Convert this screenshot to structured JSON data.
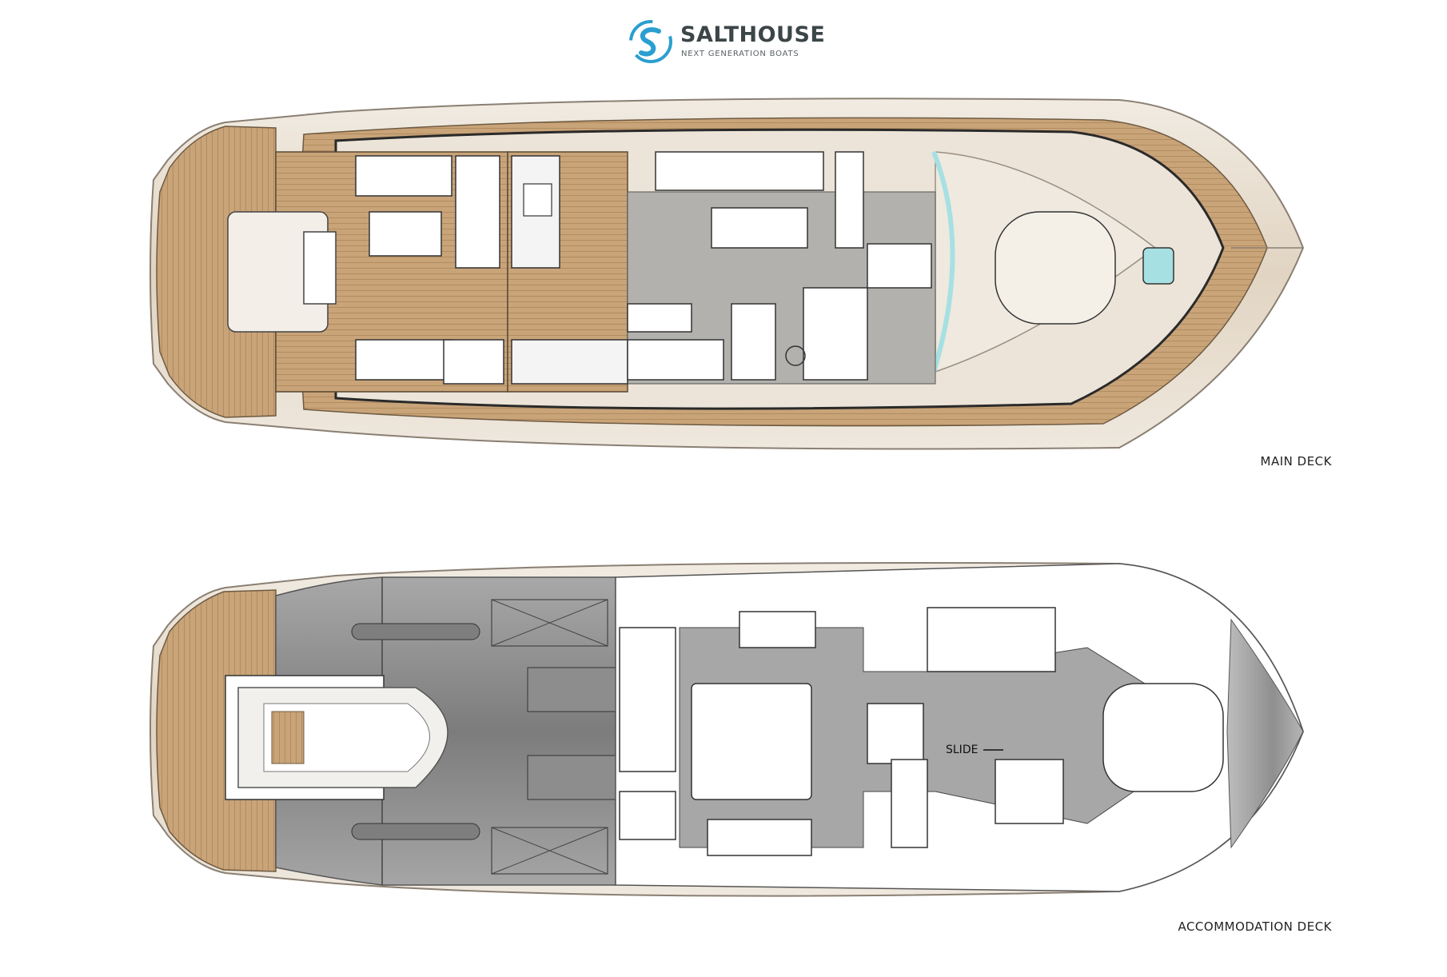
{
  "header": {
    "brand_name": "SALTHOUSE",
    "tagline": "NEXT GENERATION BOATS",
    "logo_icon": "s-swirl-logo"
  },
  "decks": {
    "main": {
      "label": "MAIN DECK"
    },
    "accommodation": {
      "label": "ACCOMMODATION DECK",
      "slide_note": "SLIDE"
    }
  },
  "colors": {
    "teak": "#c9a479",
    "hull": "#e6dccf",
    "floor_gray": "#a7a7a7",
    "engine_room": "#7a7a7a",
    "logo_blue": "#2a9fd0",
    "glass": "#a7e0e2"
  }
}
